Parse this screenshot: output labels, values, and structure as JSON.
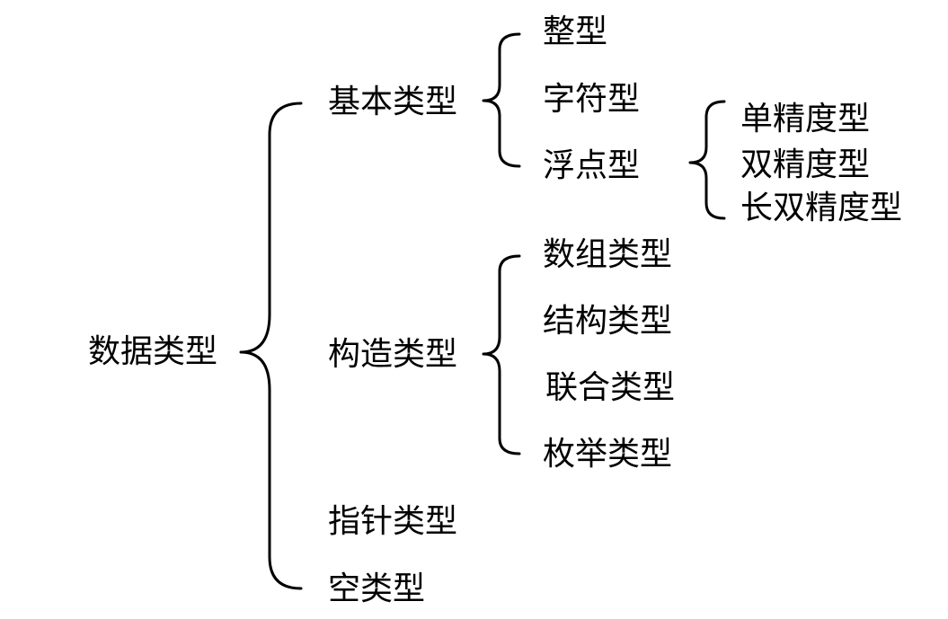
{
  "diagram": {
    "root": "数据类型",
    "level1": [
      "基本类型",
      "构造类型",
      "指针类型",
      "空类型"
    ],
    "basic_types": [
      "整型",
      "字符型",
      "浮点型"
    ],
    "float_types": [
      "单精度型",
      "双精度型",
      "长双精度型"
    ],
    "constructed_types": [
      "数组类型",
      "结构类型",
      "联合类型",
      "枚举类型"
    ]
  }
}
